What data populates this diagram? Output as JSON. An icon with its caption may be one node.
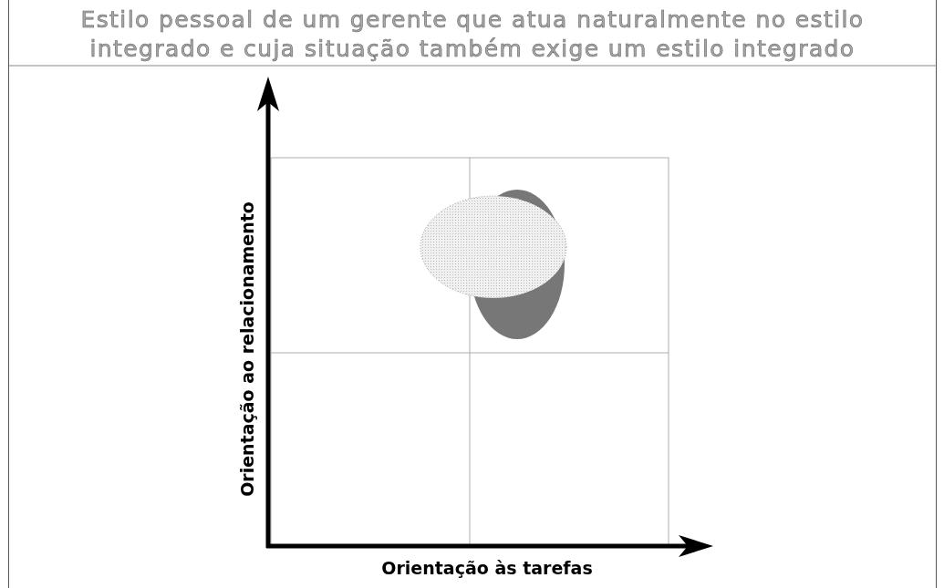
{
  "diagram": {
    "title": "Estilo pessoal de um gerente que atua naturalmente no estilo integrado e cuja situação também exige um estilo integrado",
    "labels": [
      "Orientação ao relacionamento",
      "Orientação às tarefas"
    ]
  }
}
